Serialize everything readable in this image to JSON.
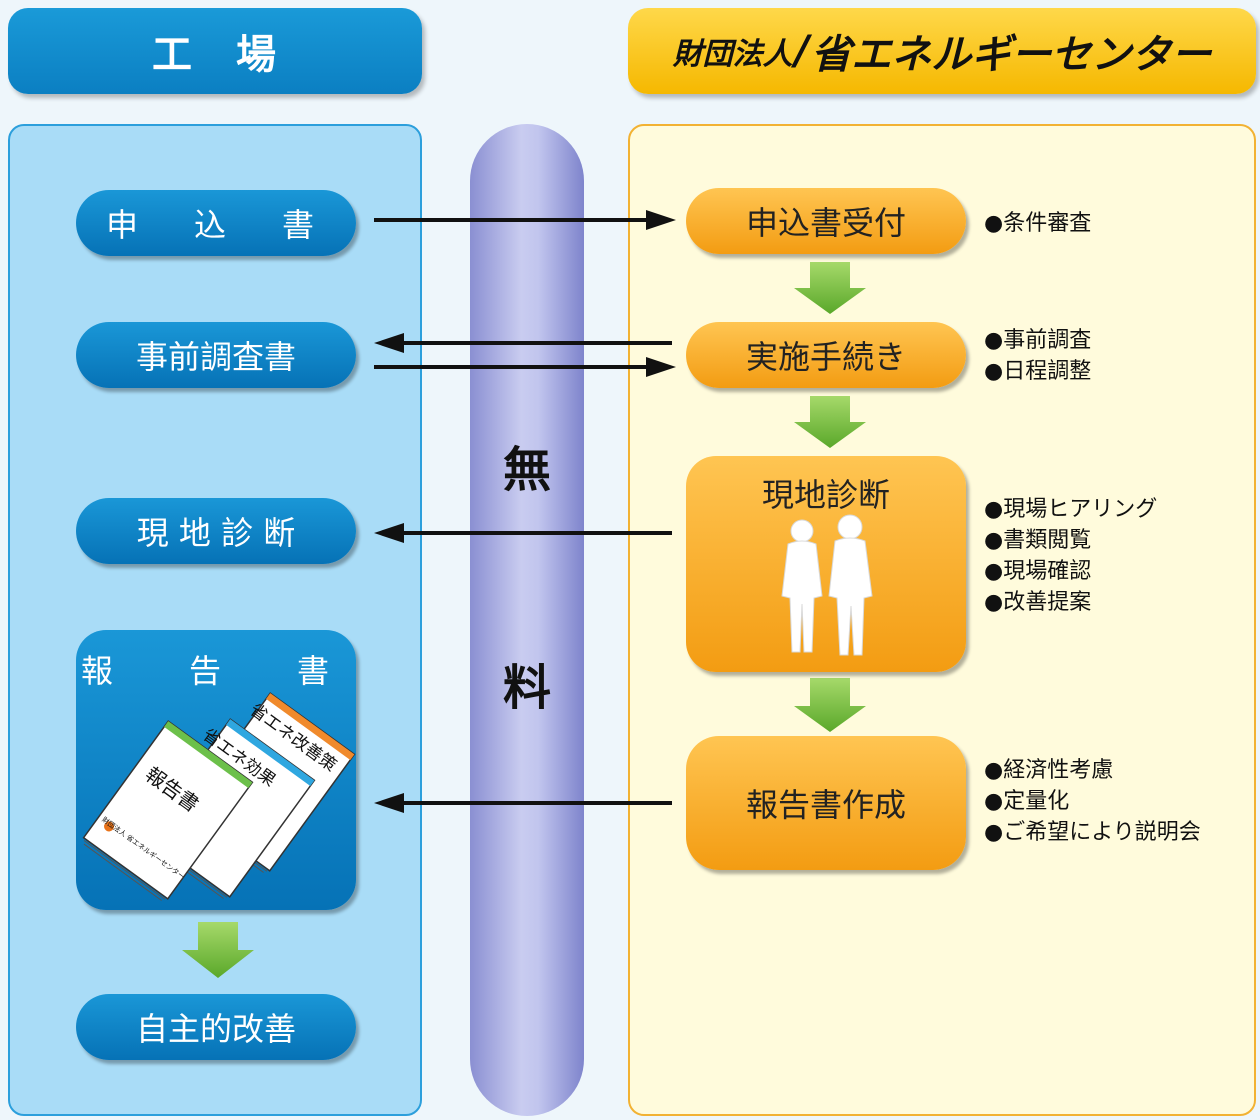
{
  "headers": {
    "left": "工　場",
    "right_prefix": "財団法人",
    "right_slash": "/",
    "right_main": "省エネルギーセンター"
  },
  "center_band": [
    "無",
    "料"
  ],
  "factory_steps": [
    "申　込　書",
    "事前調査書",
    "現 地 診 断",
    "報　告　書",
    "自主的改善"
  ],
  "center_steps": [
    "申込書受付",
    "実施手続き",
    "現地診断",
    "報告書作成"
  ],
  "notes": {
    "step1": [
      "●条件審査"
    ],
    "step2": [
      "●事前調査",
      "●日程調整"
    ],
    "step3": [
      "●現場ヒアリング",
      "●書類閲覧",
      "●現場確認",
      "●改善提案"
    ],
    "step4": [
      "●経済性考慮",
      "●定量化",
      "●ご希望により説明会"
    ]
  },
  "report_books": [
    "省エネ改善策",
    "省エネ効果",
    "報告書"
  ],
  "report_cover_logo_text": "財団法人 省エネルギーセンター",
  "colors": {
    "factory_blue": "#0b7fc2",
    "center_orange": "#f5a623",
    "center_band": "#aeb2e6",
    "arrow_green": "#7cc242"
  }
}
